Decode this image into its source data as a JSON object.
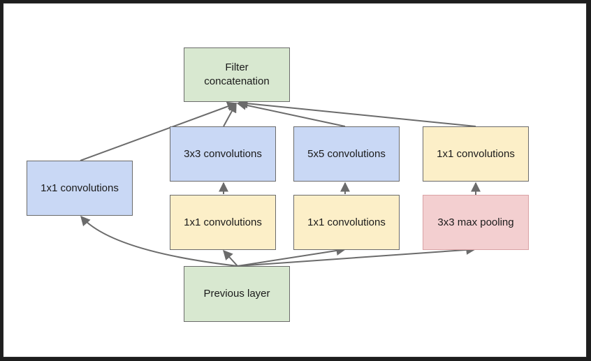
{
  "colors": {
    "green": "#d8e8d0",
    "blue": "#c9d8f5",
    "yellow": "#fcefc8",
    "red": "#f3cfd0",
    "edge": "#6b6b6b"
  },
  "nodes": {
    "filter_concat": "Filter\nconcatenation",
    "conv1x1_left": "1x1 convolutions",
    "conv3x3": "3x3 convolutions",
    "conv5x5": "5x5 convolutions",
    "conv1x1_right": "1x1 convolutions",
    "reduce1x1_a": "1x1 convolutions",
    "reduce1x1_b": "1x1 convolutions",
    "maxpool3x3": "3x3 max pooling",
    "previous_layer": "Previous layer"
  }
}
